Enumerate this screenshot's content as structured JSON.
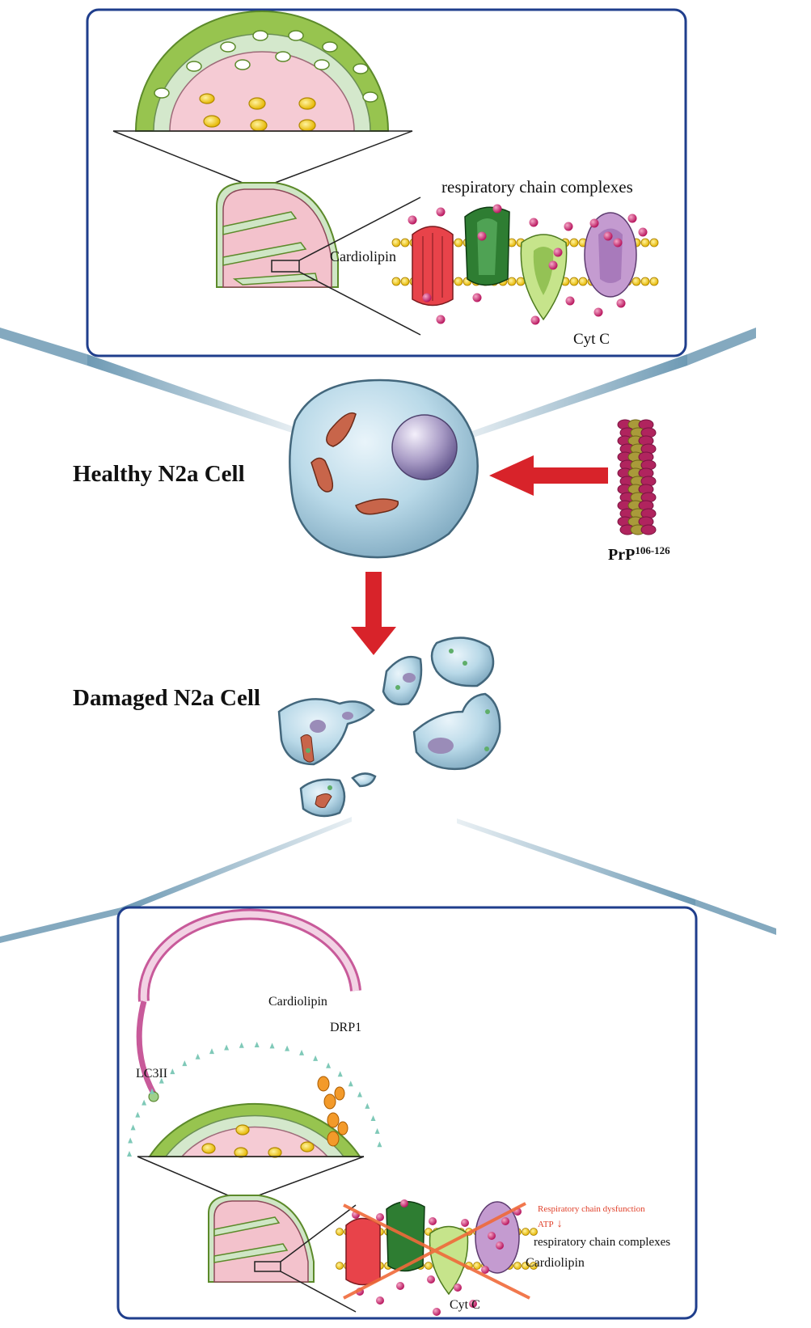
{
  "top_panel": {
    "title": "respiratory chain complexes",
    "cardiolipin_label": "Cardiolipin",
    "cytc_label": "Cyt C"
  },
  "healthy_label": "Healthy N2a Cell",
  "damaged_label": "Damaged N2a Cell",
  "prp_label": {
    "base": "PrP",
    "superscript": "106-126"
  },
  "bottom_panel": {
    "cardiolipin_label": "Cardiolipin",
    "drp1_label": "DRP1",
    "lc3_label": "LC3II",
    "dysfunction_label": "Respiratory chain dysfunction",
    "atp_label": "ATP",
    "atp_arrow": "↓",
    "complexes_label": "respiratory chain complexes",
    "cardiolipin2_label": "Cardiolipin",
    "cytc_label": "Cyt C"
  },
  "colors": {
    "panel_border": "#1f3e8c",
    "guide_line": "#6e9ab4",
    "red_arrow": "#d8232a",
    "outer_membrane": "#8fc04a",
    "inner_membrane": "#cfe6c5",
    "matrix": "#f4c8d0",
    "cell_body": "#a9cfe0",
    "nucleus": "#9a8cb8",
    "mitochondrion": "#c8654a",
    "cytc": "#c8206b",
    "dysfunction_text": "#e0402a"
  }
}
